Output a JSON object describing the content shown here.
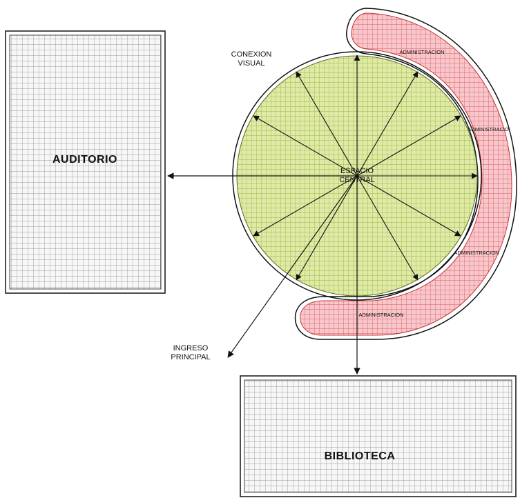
{
  "labels": {
    "auditorio": "AUDITORIO",
    "biblioteca": "BIBLIOTECA",
    "espacio_central_line1": "ESPACIO",
    "espacio_central_line2": "CENTRAL",
    "conexion_visual_line1": "CONEXION",
    "conexion_visual_line2": "VISUAL",
    "ingreso_line1": "INGRESO",
    "ingreso_line2": "PRINCIPAL",
    "administracion": [
      "ADMINISTRACION",
      "ADMINISTRACIO",
      "ADMINISTRACION",
      "ADMINISTRACION"
    ]
  },
  "colors": {
    "grid_green": "#9bb83a",
    "fill_green": "#dfe9a8",
    "grid_red": "#e25a63",
    "fill_red": "#f6c8cc",
    "grid_gray": "#9a9a9a",
    "fill_gray": "#f7f7f7",
    "line": "#111111"
  }
}
